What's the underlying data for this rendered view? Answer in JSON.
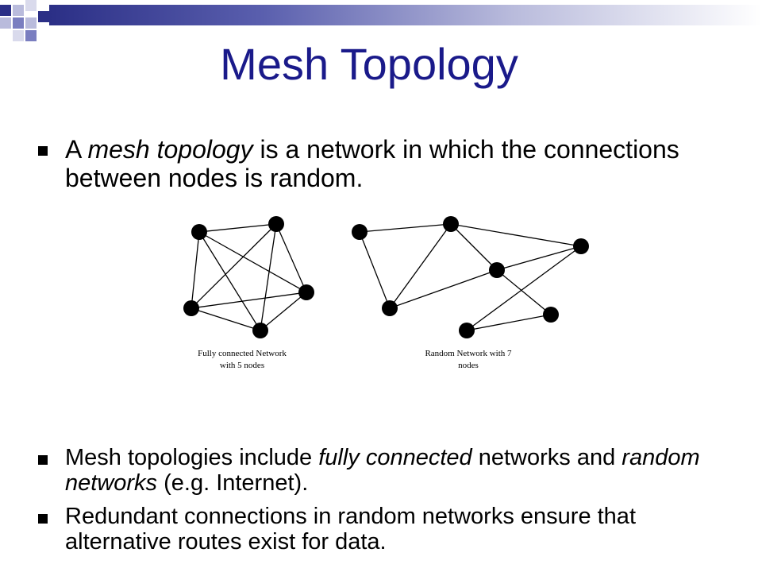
{
  "slide": {
    "title": "Mesh Topology",
    "accent_color": "#1a1a8a",
    "intro_bullet": {
      "prefix": "A ",
      "emphasis": "mesh topology",
      "suffix": " is a network in which the connections between nodes is random."
    },
    "bullets": [
      {
        "part1": "Mesh topologies include ",
        "em1": "fully connected",
        "part2": " networks and ",
        "em2": "random networks",
        "part3": " (e.g. Internet)."
      },
      {
        "text": "Redundant connections in random networks ensure that alternative routes exist for data."
      }
    ]
  },
  "diagrams": [
    {
      "caption_line1": "Fully connected Network",
      "caption_line2": "with 5 nodes",
      "node_count": 5,
      "edges": [
        [
          0,
          1
        ],
        [
          0,
          2
        ],
        [
          0,
          3
        ],
        [
          0,
          4
        ],
        [
          1,
          2
        ],
        [
          1,
          3
        ],
        [
          1,
          4
        ],
        [
          2,
          3
        ],
        [
          2,
          4
        ],
        [
          3,
          4
        ]
      ]
    },
    {
      "caption_line1": "Random Network with 7",
      "caption_line2": "nodes",
      "node_count": 7,
      "edges": [
        [
          0,
          1
        ],
        [
          0,
          4
        ],
        [
          1,
          2
        ],
        [
          1,
          3
        ],
        [
          1,
          4
        ],
        [
          2,
          3
        ],
        [
          2,
          6
        ],
        [
          3,
          4
        ],
        [
          3,
          5
        ],
        [
          5,
          6
        ]
      ]
    }
  ]
}
